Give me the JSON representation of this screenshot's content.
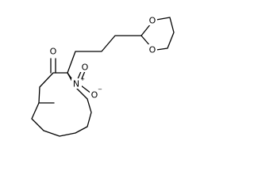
{
  "molecule": {
    "labels": {
      "ketone_oxygen": "O",
      "nitro_nitrogen": "N",
      "nitro_oxygen_top": "O",
      "nitro_oxygen_bottom": "O",
      "dioxolane_oxygen_top": "O",
      "dioxolane_oxygen_bottom": "O"
    }
  }
}
